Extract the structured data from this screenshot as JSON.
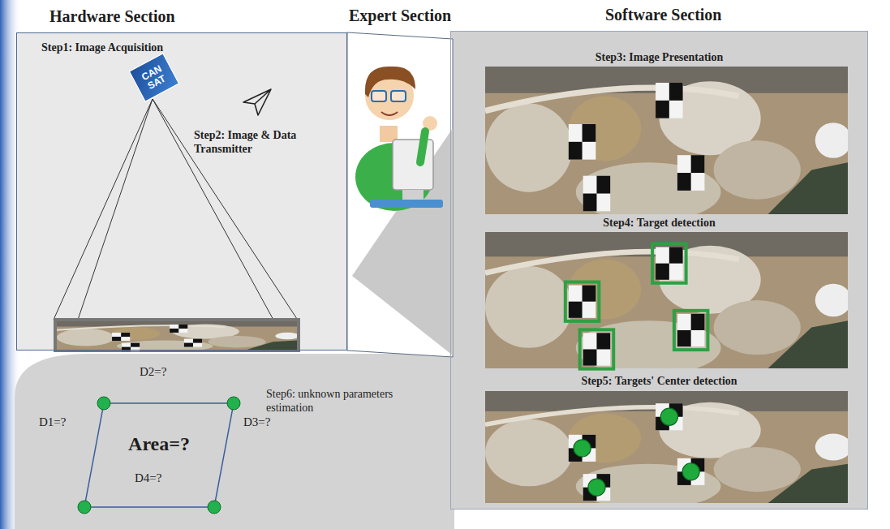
{
  "diagram": {
    "nodes": [
      {
        "text": [
          "Hardware Section",
          "Step1: Image Acquisition",
          "Step2: Image & Data Transmitter"
        ]
      },
      {
        "text": [
          "Expert Section"
        ]
      },
      {
        "text": [
          "Software Section",
          "Step3: Image Presentation",
          "Step4: Target detection",
          "Step5: Targets' Center detection"
        ]
      },
      {
        "text": [
          "Area=?"
        ]
      }
    ],
    "labels": [
      "CAN SAT",
      "D2=?",
      "D1=?",
      "D3=?",
      "D4=?",
      "Step6: unknown parameters estimation"
    ]
  }
}
